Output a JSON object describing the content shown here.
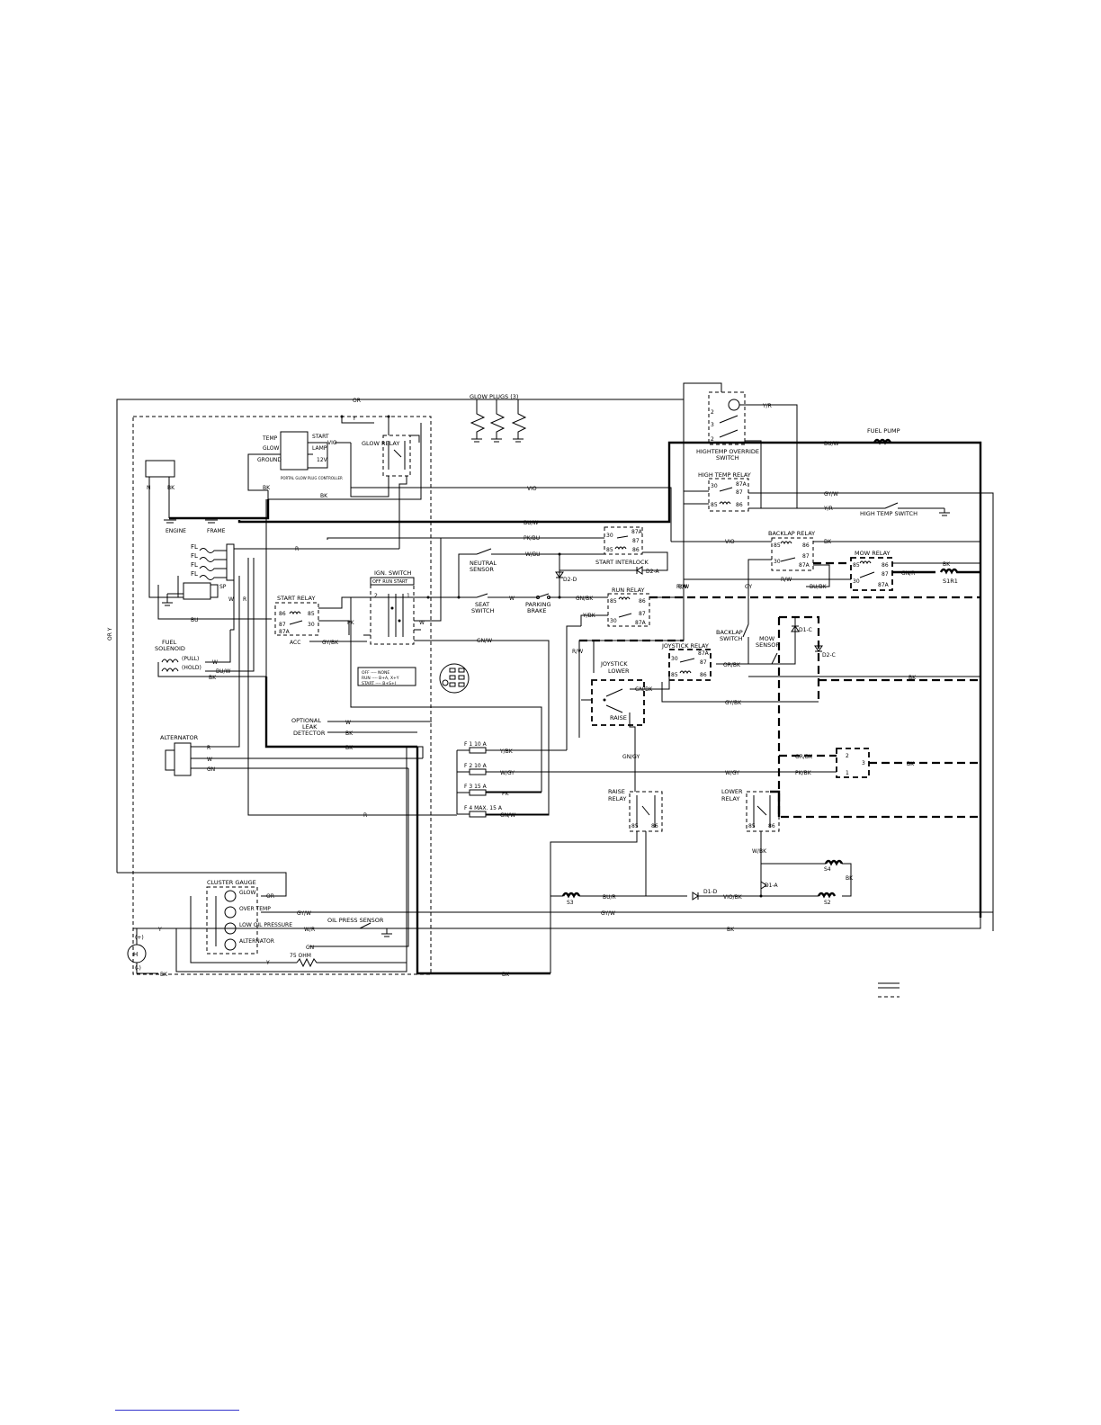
{
  "wires": {
    "or": "OR",
    "y": "Y",
    "bk": "BK",
    "r": "R",
    "w": "W",
    "bu": "BU",
    "bu_w": "BU/W",
    "gn": "GN",
    "gn_w": "GN/W",
    "gy_bk": "GY/BK",
    "gy_w": "GY/W",
    "vio": "VIO",
    "pk": "PK",
    "pk_bu": "PK/BU",
    "pk_bk": "PK/BK",
    "w_bu": "W/BU",
    "gn_bk": "GN/BK",
    "y_bk": "Y/BK",
    "y_r": "Y/R",
    "r_w": "R/W",
    "gn_r": "GN/R",
    "w_gy": "W/GY",
    "w_bk": "W/BK",
    "w_r": "W/R",
    "bu_r": "BU/R",
    "vio_bk": "VIO/BK",
    "or_bk": "OR/BK",
    "gn_gy": "GN/GY",
    "gy": "GY",
    "bu_bk": "BU/BK",
    "or_y": "OR  Y"
  },
  "components": {
    "glow_plugs": "GLOW PLUGS (3)",
    "glow_relay": "GLOW RELAY",
    "glow_controller_temp": "TEMP",
    "glow_controller_glow": "GLOW",
    "glow_controller_ground": "GROUND",
    "glow_controller_start": "START",
    "glow_controller_lamp": "LAMP",
    "glow_controller_12v": "12V",
    "glow_controller_name": "PORTAL GLOW PLUG CONTROLLER",
    "engine": "ENGINE",
    "frame": "FRAME",
    "n_bk_n": "N",
    "n_bk_bk": "BK",
    "fl": "FL",
    "sp": "SP",
    "start_relay": "START RELAY",
    "acc": "ACC",
    "ign_switch": "IGN. SWITCH",
    "ign_positions": "OFF RUN START",
    "ign_legend_off": "OFF ---- NONE",
    "ign_legend_run": "RUN ---- B+A, X+Y",
    "ign_legend_start": "START ---- B+S+I",
    "fuel_solenoid_1": "FUEL",
    "fuel_solenoid_2": "SOLENOID",
    "pull": "(PULL)",
    "hold": "(HOLD)",
    "alternator": "ALTERNATOR",
    "optional_leak_1": "OPTIONAL",
    "optional_leak_2": "LEAK",
    "optional_leak_3": "DETECTOR",
    "neutral_sensor_1": "NEUTRAL",
    "neutral_sensor_2": "SENSOR",
    "seat_switch_1": "SEAT",
    "seat_switch_2": "SWITCH",
    "parking_brake_1": "PARKING",
    "parking_brake_2": "BRAKE",
    "start_interlock": "START INTERLOCK",
    "run_relay": "RUN RELAY",
    "d2d": "D2-D",
    "d2a": "D2-A",
    "d2c": "D2-C",
    "d1c": "D1-C",
    "d1d": "D1-D",
    "d1a": "D1-A",
    "hightemp_override_1": "HIGHTEMP OVERRIDE",
    "hightemp_override_2": "SWITCH",
    "high_temp_relay": "HIGH TEMP RELAY",
    "high_temp_switch": "HIGH TEMP SWITCH",
    "fuel_pump": "FUEL PUMP",
    "backlap_relay": "BACKLAP RELAY",
    "mow_relay": "MOW RELAY",
    "s1r1": "S1R1",
    "backlap_switch_1": "BACKLAP",
    "backlap_switch_2": "SWITCH",
    "mow_sensor_1": "MOW",
    "mow_sensor_2": "SENSOR",
    "joystick_relay": "JOYSTICK RELAY",
    "joystick_1": "JOYSTICK",
    "joystick_lower": "LOWER",
    "joystick_raise": "RAISE",
    "raise_relay_1": "RAISE",
    "raise_relay_2": "RELAY",
    "lower_relay_1": "LOWER",
    "lower_relay_2": "RELAY",
    "f1": "F 1  10 A",
    "f2": "F 2  10 A",
    "f3": "F 3  15 A",
    "f4": "F 4  MAX. 15 A",
    "s2": "S2",
    "s3": "S3",
    "s4": "S4",
    "cluster_gauge": "CLUSTER GAUGE",
    "gauge_glow": "GLOW",
    "gauge_overtemp": "OVER TEMP",
    "gauge_low_oil": "LOW OIL PRESSURE",
    "gauge_alternator": "ALTERNATOR",
    "oil_press_sensor": "OIL PRESS SENSOR",
    "ohm_75": "75 OHM",
    "battery_plus": "(+)",
    "battery_minus": "(-)",
    "battery_h": "H",
    "pin_30": "30",
    "pin_85": "85",
    "pin_86": "86",
    "pin_87": "87",
    "pin_87a": "87A",
    "pin_2": "2",
    "pin_1": "1",
    "pin_3": "3"
  }
}
